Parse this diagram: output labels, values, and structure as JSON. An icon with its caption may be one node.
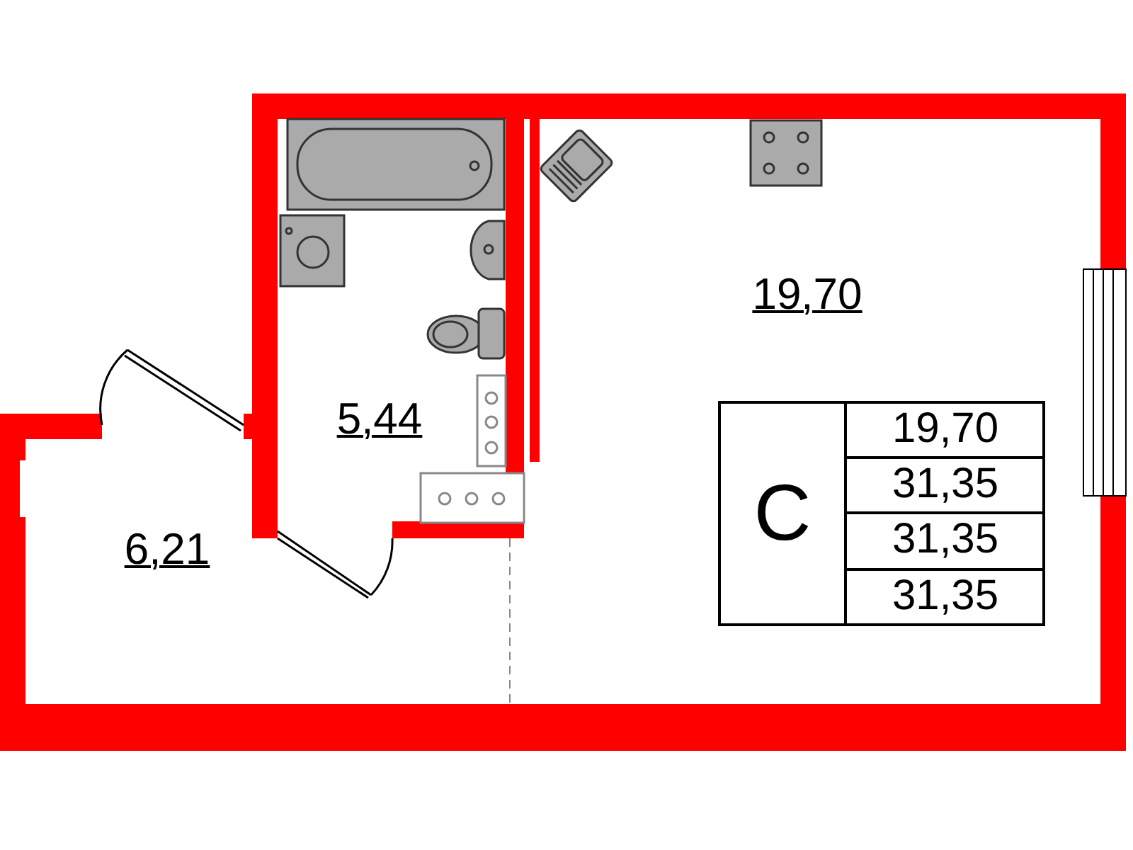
{
  "diagram": {
    "labels": [
      "19,70",
      "5,44",
      "6,21",
      "C",
      "19,70",
      "31,35",
      "31,35",
      "31,35"
    ]
  }
}
